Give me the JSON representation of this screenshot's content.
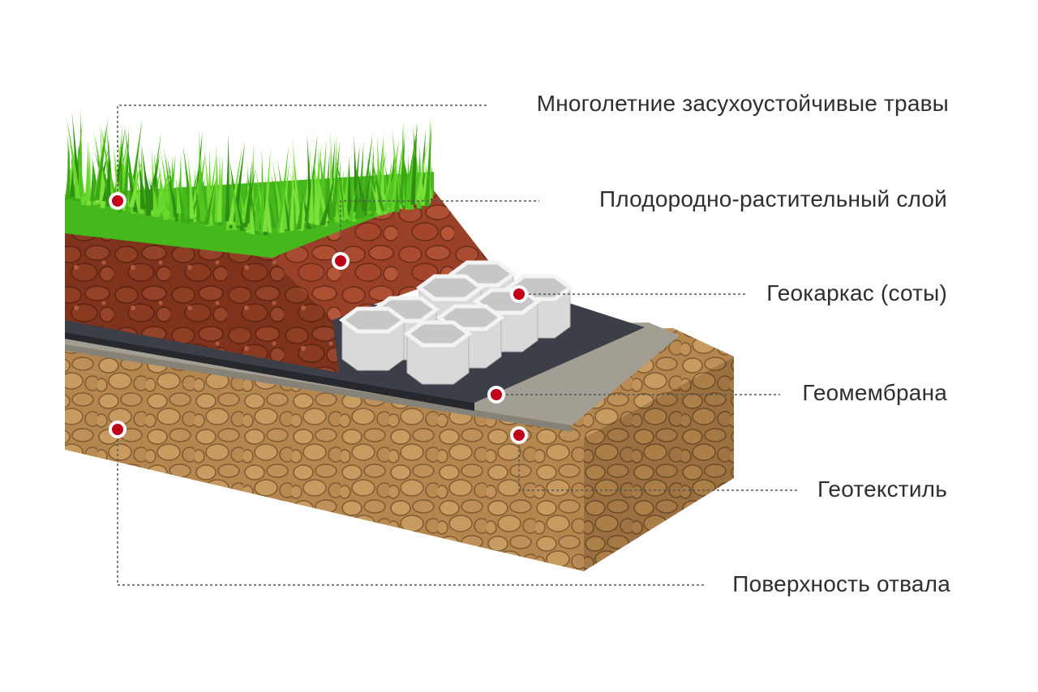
{
  "layers": [
    {
      "id": "grass",
      "label": "Многолетние засухоустойчивые травы"
    },
    {
      "id": "fertile-soil",
      "label": "Плодородно-растительный слой"
    },
    {
      "id": "geocell",
      "label": "Геокаркас (соты)"
    },
    {
      "id": "geomembrane",
      "label": "Геомембрана"
    },
    {
      "id": "geotextile",
      "label": "Геотекстиль"
    },
    {
      "id": "dump-surface",
      "label": "Поверхность отвала"
    }
  ],
  "colors": {
    "marker": "#c0001a",
    "leader_line": "#555555",
    "grass": "#4fc21e",
    "grass_dark": "#2f8f12",
    "soil": "#8a3b22",
    "soil_dark": "#6a2814",
    "geocell": "#e4e4e4",
    "geomembrane": "#3a3d45",
    "geotextile": "#a09c92",
    "gravel": "#b98a55",
    "gravel_dark": "#8c6436"
  }
}
